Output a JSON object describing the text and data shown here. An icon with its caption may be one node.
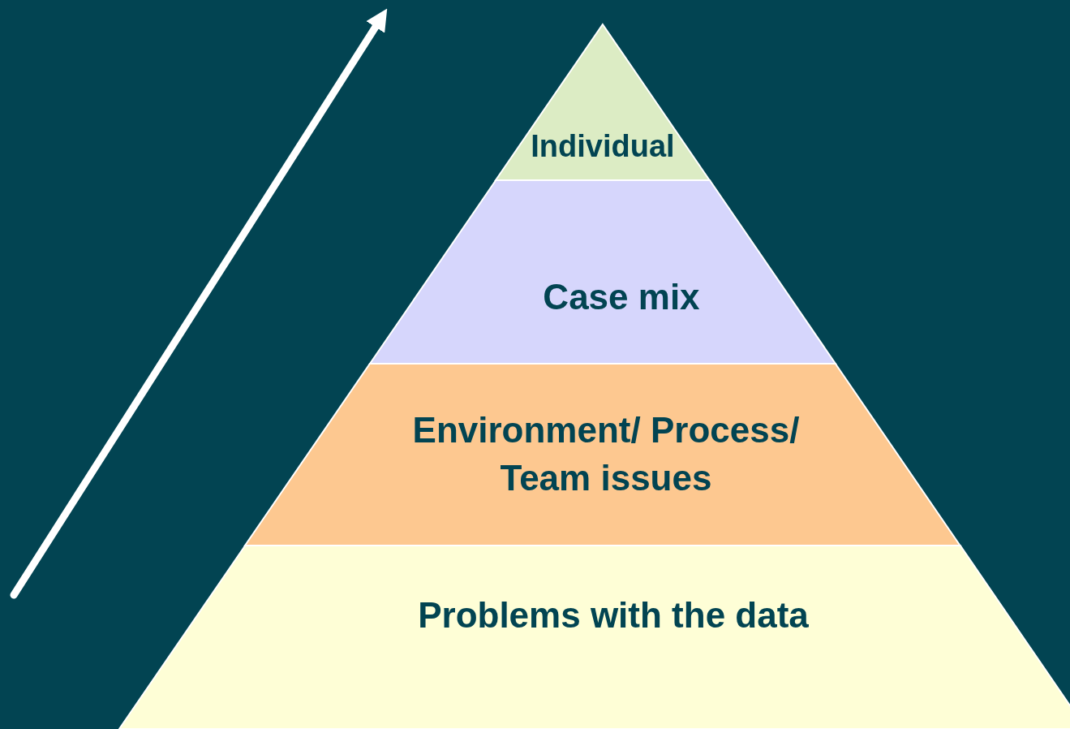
{
  "diagram": {
    "nodes": [
      {
        "text": [
          "Individual"
        ]
      },
      {
        "text": [
          "Case mix"
        ]
      },
      {
        "text": [
          "Environment/ Process/ Team issues"
        ]
      },
      {
        "text": [
          "Problems with the data"
        ]
      }
    ]
  }
}
